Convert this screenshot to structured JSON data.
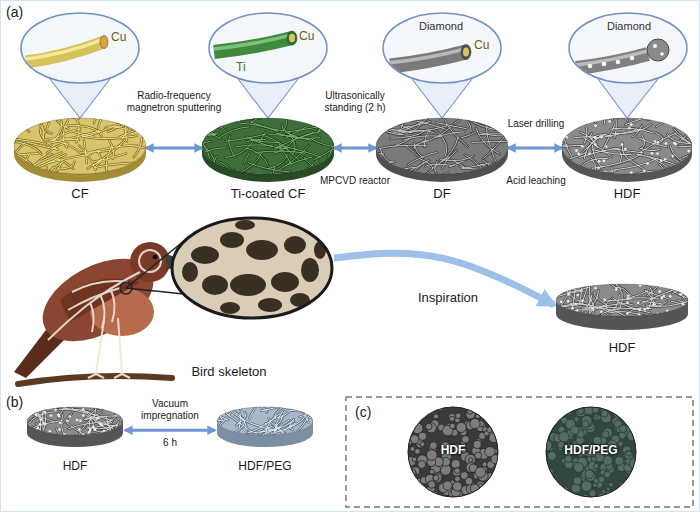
{
  "diagram": {
    "nodes": [
      {
        "text": [
          "Cu"
        ]
      },
      {
        "text": [
          "Ti",
          "Cu"
        ]
      },
      {
        "text": [
          "Diamond",
          "Cu"
        ]
      },
      {
        "text": [
          "Diamond"
        ]
      },
      {
        "text": [
          "CF"
        ]
      },
      {
        "text": [
          "Ti-coated CF"
        ]
      },
      {
        "text": [
          "DF"
        ]
      },
      {
        "text": [
          "HDF"
        ]
      },
      {
        "text": [
          "Bird skeleton"
        ]
      },
      {
        "text": [
          "HDF"
        ]
      },
      {
        "text": [
          "HDF"
        ]
      },
      {
        "text": [
          "HDF/PEG"
        ]
      },
      {
        "text": [
          "(c)"
        ]
      },
      {
        "text": [
          "HDF"
        ],
        "in": 12
      },
      {
        "text": [
          "HDF/PEG"
        ],
        "in": 12
      }
    ],
    "edges": [
      {
        "from": 0,
        "to": 4,
        "arrow": "none"
      },
      {
        "from": 1,
        "to": 5,
        "arrow": "none"
      },
      {
        "from": 2,
        "to": 6,
        "arrow": "none"
      },
      {
        "from": 3,
        "to": 7,
        "arrow": "none"
      },
      {
        "from": 4,
        "to": 5,
        "label": "Radio-frequency magnetron sputtering",
        "arrow": "both"
      },
      {
        "from": 5,
        "to": 6,
        "label": "Ultrasonically standing (2 h)",
        "arrow": "both"
      },
      {
        "from": 6,
        "to": 7,
        "label": "Laser drilling",
        "arrow": "both"
      },
      {
        "from": 8,
        "to": 9,
        "label": "Inspiration",
        "arrow": "to"
      },
      {
        "from": 10,
        "to": 11,
        "label": "Vacuum impregnation",
        "arrow": "both"
      }
    ],
    "labels": [
      "(a)",
      "MPCVD reactor",
      "Acid leaching",
      "(b)",
      "6 h"
    ]
  }
}
